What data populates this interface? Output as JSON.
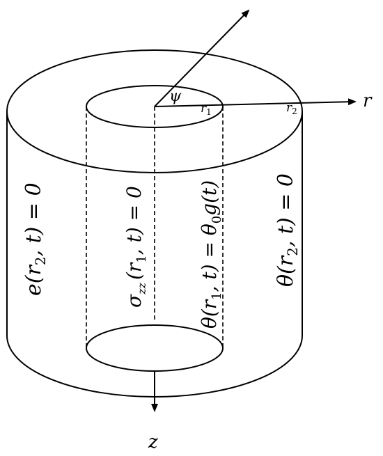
{
  "axes": {
    "r": "r",
    "z": "z",
    "psi": "ψ",
    "r1": {
      "base": "r",
      "sub": "1"
    },
    "r2": {
      "base": "r",
      "sub": "2"
    }
  },
  "boundary_conditions": {
    "outer_left": {
      "pre": "e(",
      "var": "r",
      "sub": "2",
      "post": ", t) = 0"
    },
    "inner_left": {
      "sigma": "σ",
      "sigma_sub": "zz",
      "pre": "(",
      "var": "r",
      "sub": "1",
      "post": ", t) = 0"
    },
    "inner_right": {
      "pre": "θ(",
      "var": "r",
      "sub": "1",
      "mid": ", t) = θ",
      "theta_sub": "0",
      "post": "g(t)"
    },
    "outer_right": {
      "pre": "θ(",
      "var": "r",
      "sub": "2",
      "post": ", t) = 0"
    }
  },
  "colors": {
    "stroke": "#000000",
    "background": "#ffffff"
  }
}
